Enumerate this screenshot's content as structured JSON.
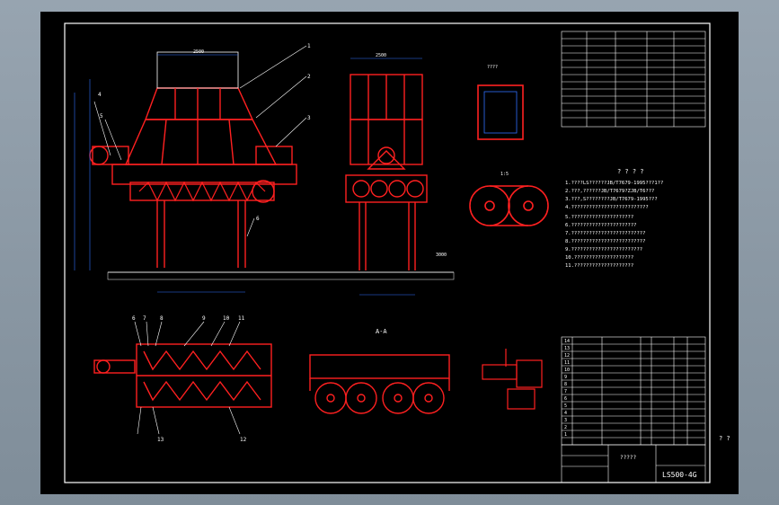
{
  "colors": {
    "background": "#000000",
    "frame": "#ffffff",
    "body": "#ff2020",
    "dimension": "#3070ff",
    "annotation": "#ffffff"
  },
  "title_block": {
    "drawing_no": "LS500-4G",
    "title": "?????"
  },
  "corner_mark": "? ?",
  "section_label": "A-A",
  "tech_requirements": {
    "heading": "? ? ? ?",
    "lines": [
      "1.????LS??????JB/T7679-1995???1??",
      "2.???,??????JB/T7679?ZJB/T6???",
      "3.???,S????????JB/T7679-1995???",
      "4.??????????????????????????",
      "5.?????????????????????",
      "6.??????????????????????",
      "7.?????????????????????????",
      "8.?????????????????????????",
      "9.????????????????????????",
      "10.????????????????????",
      "11.????????????????????"
    ]
  },
  "leaders": [
    "1",
    "2",
    "3",
    "4",
    "5",
    "6",
    "7",
    "8",
    "9",
    "10",
    "11",
    "12",
    "13"
  ],
  "dims": {
    "top_width": "2500",
    "side_width": "2500",
    "base_width": "3000"
  },
  "parts_list_rows": [
    "14",
    "13",
    "12",
    "11",
    "10",
    "9",
    "8",
    "7",
    "6",
    "5",
    "4",
    "3",
    "2",
    "1"
  ]
}
